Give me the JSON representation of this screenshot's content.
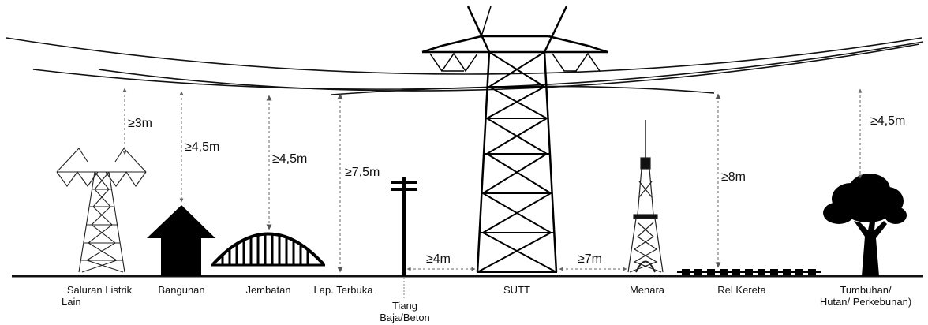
{
  "clearances": [
    {
      "id": "saluran",
      "value": "≥3m"
    },
    {
      "id": "bangunan",
      "value": "≥4,5m"
    },
    {
      "id": "jembatan",
      "value": "≥4,5m"
    },
    {
      "id": "lapangan",
      "value": "≥7,5m"
    },
    {
      "id": "rel",
      "value": "≥8m"
    },
    {
      "id": "tumbuhan",
      "value": "≥4,5m"
    }
  ],
  "horizontal_distances": [
    {
      "id": "tiang",
      "value": "≥4m"
    },
    {
      "id": "menara",
      "value": "≥7m"
    }
  ],
  "objects": [
    {
      "id": "saluran",
      "line1": "Saluran Listrik",
      "line2": "Lain"
    },
    {
      "id": "bangunan",
      "line1": "Bangunan",
      "line2": ""
    },
    {
      "id": "jembatan",
      "line1": "Jembatan",
      "line2": ""
    },
    {
      "id": "lapangan",
      "line1": "Lap. Terbuka",
      "line2": ""
    },
    {
      "id": "tiang",
      "line1": "Tiang",
      "line2": "Baja/Beton"
    },
    {
      "id": "sutt",
      "line1": "SUTT",
      "line2": ""
    },
    {
      "id": "menara",
      "line1": "Menara",
      "line2": ""
    },
    {
      "id": "rel",
      "line1": "Rel Kereta",
      "line2": ""
    },
    {
      "id": "tumbuhan",
      "line1": "Tumbuhan/",
      "line2": "Hutan/ Perkebunan)"
    }
  ]
}
